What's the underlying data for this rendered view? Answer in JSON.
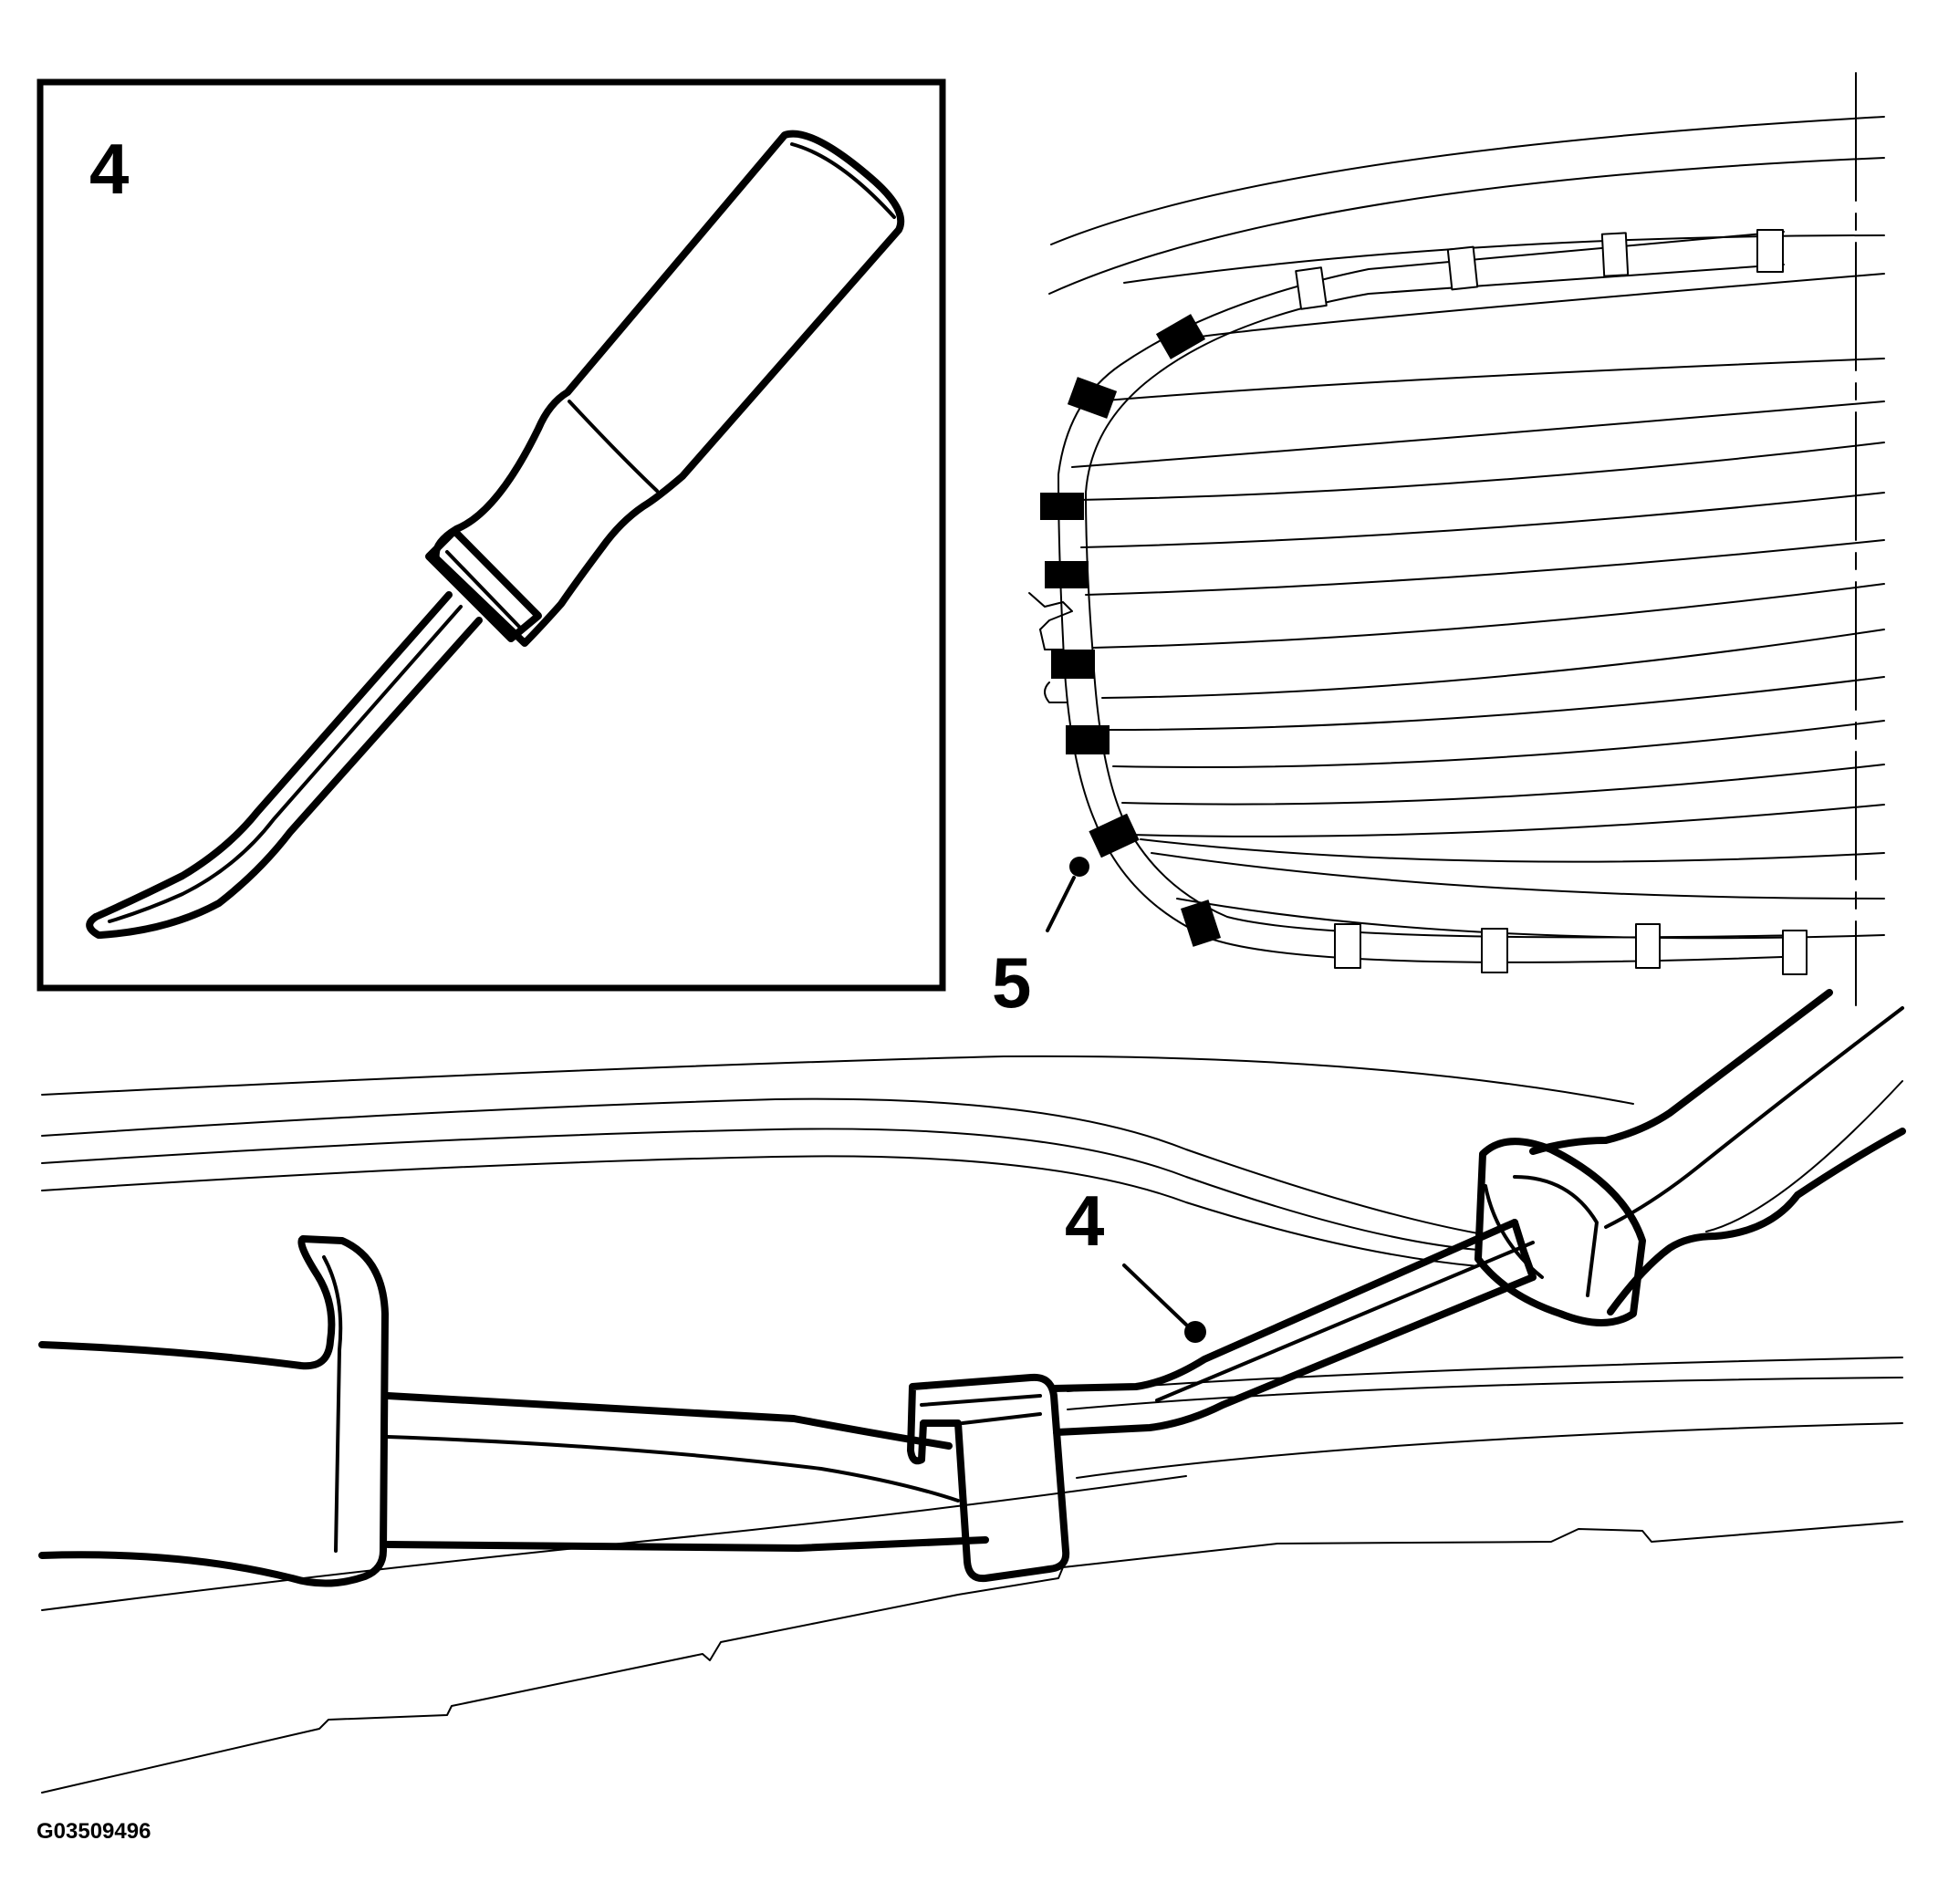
{
  "inset_callout": "4",
  "callout_clip": "5",
  "callout_tool": "4",
  "figure_code": "G03509496",
  "items": [
    {
      "id": "tool-4",
      "label": "4",
      "icon": "trim-removal-tool-icon"
    },
    {
      "id": "clip-5",
      "label": "5",
      "icon": "retaining-clip-icon"
    }
  ]
}
